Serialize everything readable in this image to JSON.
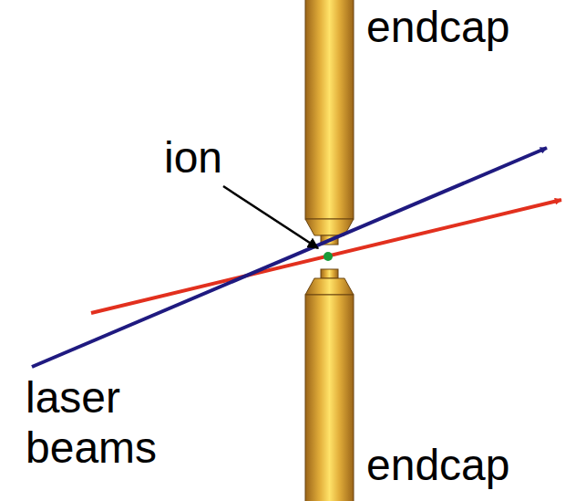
{
  "diagram": {
    "labels": [
      "endcap",
      "ion",
      "laser beams",
      "endcap"
    ]
  }
}
